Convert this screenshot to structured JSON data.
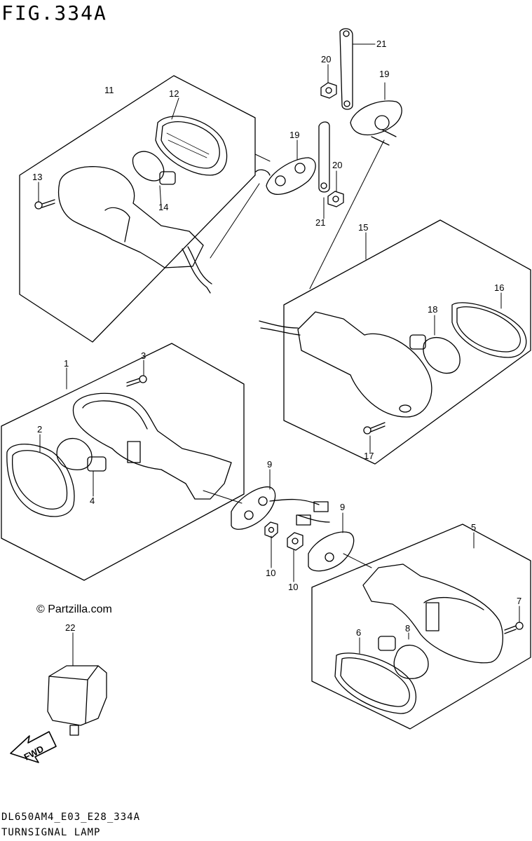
{
  "figure": {
    "title": "FIG.334A"
  },
  "diagram": {
    "watermark": "© Partzilla.com",
    "fwd_label": "FWD"
  },
  "callouts": {
    "c1": "1",
    "c2": "2",
    "c3": "3",
    "c4": "4",
    "c5": "5",
    "c6": "6",
    "c7": "7",
    "c8": "8",
    "c9": "9",
    "c10": "10",
    "c11": "11",
    "c12": "12",
    "c13": "13",
    "c14": "14",
    "c15": "15",
    "c16": "16",
    "c17": "17",
    "c18": "18",
    "c19": "19",
    "c20": "20",
    "c21": "21",
    "c22": "22"
  },
  "footer": {
    "code": "DL650AM4_E03_E28_334A",
    "caption": "TURNSIGNAL LAMP"
  }
}
